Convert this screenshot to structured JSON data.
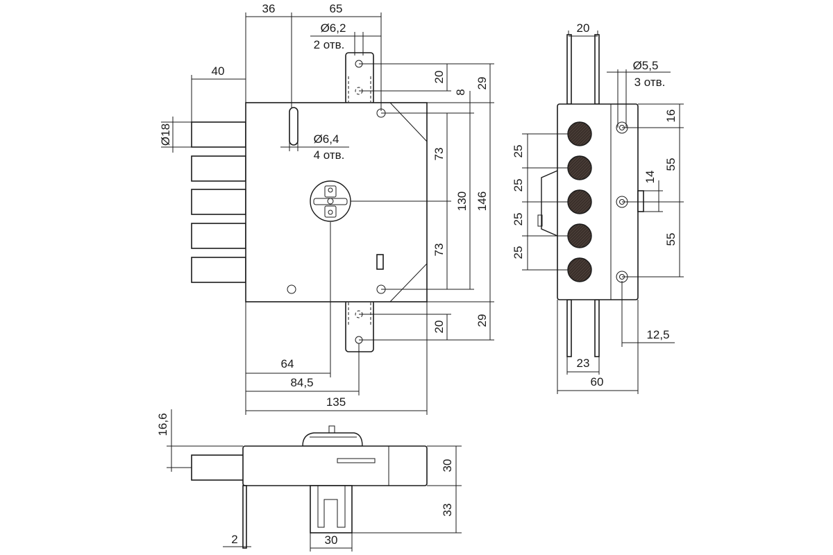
{
  "colors": {
    "line": "#1a1a1a",
    "bolt_fill": "#3a2f2a",
    "background": "#ffffff"
  },
  "front_view": {
    "dims": {
      "top_36": "36",
      "top_65": "65",
      "hole_62": "Ø6,2",
      "hole_62_count": "2 отв.",
      "left_40": "40",
      "bolt_dia_18": "Ø18",
      "hole_64": "Ø6,4",
      "hole_64_count": "4 отв.",
      "right_20_top": "20",
      "right_8": "8",
      "right_29_top": "29",
      "right_73_top": "73",
      "right_130": "130",
      "right_146": "146",
      "right_73_bottom": "73",
      "right_20_bottom": "20",
      "right_29_bottom": "29",
      "bottom_64": "64",
      "bottom_845": "84,5",
      "bottom_135": "135"
    }
  },
  "side_view": {
    "dims": {
      "top_20": "20",
      "hole_55": "Ø5,5",
      "hole_55_count": "3 отв.",
      "r_16": "16",
      "r_55_top": "55",
      "r_14": "14",
      "r_55_bottom": "55",
      "l_25_a": "25",
      "l_25_b": "25",
      "l_25_c": "25",
      "l_25_d": "25",
      "b_125": "12,5",
      "b_23": "23",
      "b_60": "60"
    }
  },
  "bottom_view": {
    "dims": {
      "l_166": "16,6",
      "r_30": "30",
      "r_33": "33",
      "b_2": "2",
      "b_30": "30"
    }
  }
}
